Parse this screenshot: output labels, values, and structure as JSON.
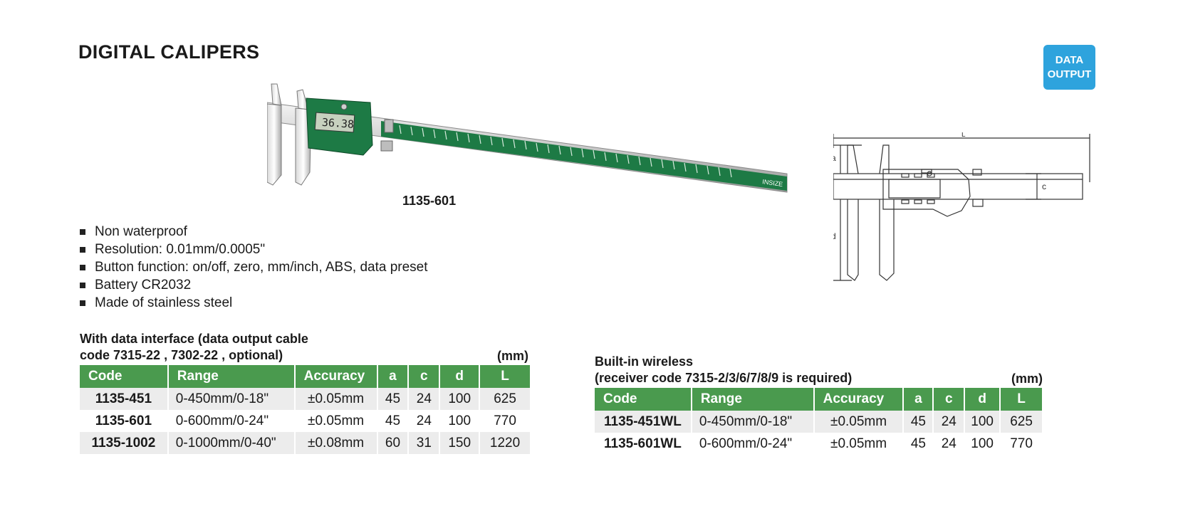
{
  "page": {
    "title": "DIGITAL CALIPERS",
    "badge_line1": "DATA",
    "badge_line2": "OUTPUT",
    "model_label": "1135-601"
  },
  "product_image": {
    "display_reading": "36.38",
    "brand_mark": "INSIZE"
  },
  "diagram": {
    "labels": {
      "L": "L",
      "a": "a",
      "c": "c",
      "d": "d"
    }
  },
  "features": [
    "Non waterproof",
    "Resolution: 0.01mm/0.0005\"",
    "Button function: on/off, zero, mm/inch, ABS, data preset",
    "Battery CR2032",
    "Made of stainless steel"
  ],
  "table1": {
    "caption_line1": "With data interface (data output cable",
    "caption_line2": "code 7315-22 , 7302-22 , optional)",
    "unit": "(mm)",
    "headers": [
      "Code",
      "Range",
      "Accuracy",
      "a",
      "c",
      "d",
      "L"
    ],
    "rows": [
      [
        "1135-451",
        "0-450mm/0-18\"",
        "±0.05mm",
        "45",
        "24",
        "100",
        "625"
      ],
      [
        "1135-601",
        "0-600mm/0-24\"",
        "±0.05mm",
        "45",
        "24",
        "100",
        "770"
      ],
      [
        "1135-1002",
        "0-1000mm/0-40\"",
        "±0.08mm",
        "60",
        "31",
        "150",
        "1220"
      ]
    ]
  },
  "table2": {
    "caption_line1": "Built-in wireless",
    "caption_line2": "(receiver code 7315-2/3/6/7/8/9 is required)",
    "unit": "(mm)",
    "headers": [
      "Code",
      "Range",
      "Accuracy",
      "a",
      "c",
      "d",
      "L"
    ],
    "rows": [
      [
        "1135-451WL",
        "0-450mm/0-18\"",
        "±0.05mm",
        "45",
        "24",
        "100",
        "625"
      ],
      [
        "1135-601WL",
        "0-600mm/0-24\"",
        "±0.05mm",
        "45",
        "24",
        "100",
        "770"
      ]
    ]
  },
  "colors": {
    "table_header": "#4a9a4e",
    "badge": "#2ea3dd",
    "caliper_green": "#1d7a45"
  }
}
